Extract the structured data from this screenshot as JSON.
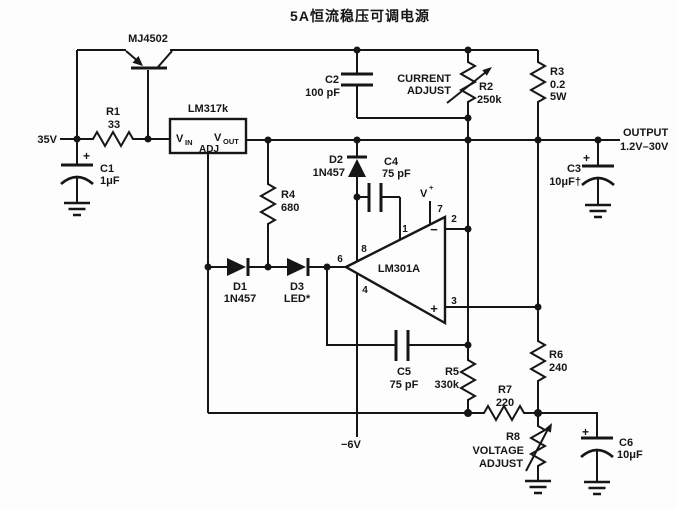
{
  "title": "5A恒流稳压可调电源",
  "io": {
    "input_voltage": "35V",
    "negative_supply": "−6V",
    "output_label": "OUTPUT",
    "output_range": "1.2V–30V"
  },
  "components": {
    "q1": {
      "ref": "MJ4502"
    },
    "r1": {
      "ref": "R1",
      "value": "33"
    },
    "c1": {
      "ref": "C1",
      "value": "1μF",
      "polarity": "+"
    },
    "u1": {
      "ref": "LM317k",
      "pin_in": "V",
      "pin_in_sub": "IN",
      "pin_out": "V",
      "pin_out_sub": "OUT",
      "pin_adj": "ADJ"
    },
    "r4": {
      "ref": "R4",
      "value": "680"
    },
    "d1": {
      "ref": "D1",
      "part": "1N457"
    },
    "d3": {
      "ref": "D3",
      "part": "LED*"
    },
    "d2": {
      "ref": "D2",
      "part": "1N457"
    },
    "c4": {
      "ref": "C4",
      "value": "75 pF"
    },
    "c2": {
      "ref": "C2",
      "value": "100 pF"
    },
    "r2": {
      "ref": "R2",
      "value": "250k",
      "func1": "CURRENT",
      "func2": "ADJUST"
    },
    "r3": {
      "ref": "R3",
      "value": "0.2",
      "power": "5W"
    },
    "c3": {
      "ref": "C3",
      "value": "10μF†",
      "polarity": "+"
    },
    "u2": {
      "ref": "LM301A",
      "supply": "V",
      "supply_sup": "+",
      "minus": "−",
      "plus": "+",
      "p1": "1",
      "p2": "2",
      "p3": "3",
      "p4": "4",
      "p6": "6",
      "p7": "7",
      "p8": "8"
    },
    "c5": {
      "ref": "C5",
      "value": "75 pF"
    },
    "r5": {
      "ref": "R5",
      "value": "330k"
    },
    "r6": {
      "ref": "R6",
      "value": "240"
    },
    "r7": {
      "ref": "R7",
      "value": "220"
    },
    "r8": {
      "ref": "R8",
      "func1": "VOLTAGE",
      "func2": "ADJUST"
    },
    "c6": {
      "ref": "C6",
      "value": "10μF",
      "polarity": "+"
    }
  }
}
